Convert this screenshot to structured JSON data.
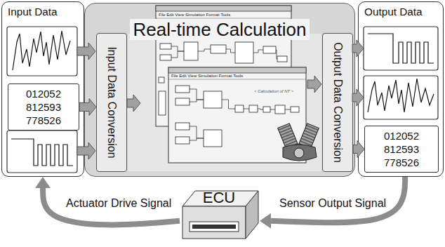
{
  "diagram": {
    "nodes": [
      {
        "text": [
          "Input Data"
        ]
      },
      {
        "text": [
          "012052 812593 778526"
        ],
        "in": 0
      },
      {
        "text": [
          "Real-time Calculation"
        ]
      },
      {
        "text": [
          "Input Data Conversion"
        ],
        "in": 2
      },
      {
        "text": [
          "Output Data Conversion"
        ],
        "in": 2
      },
      {
        "text": [
          "Output Data"
        ]
      },
      {
        "text": [
          "012052 812593 778526"
        ],
        "in": 5
      },
      {
        "text": [
          "ECU"
        ]
      }
    ],
    "edges": [
      {
        "from": 1,
        "to": 3,
        "arrow": "to"
      },
      {
        "from": 4,
        "to": 6,
        "arrow": "to"
      },
      {
        "from": 5,
        "to": 7,
        "label": "Sensor Output Signal",
        "arrow": "to"
      },
      {
        "from": 7,
        "to": 0,
        "label": "Actuator Drive Signal",
        "arrow": "to"
      }
    ],
    "labels": [
      "File Edit View Simulation Format Tools",
      "File Edit View Simulation Format Tools",
      "< Calculation of NT >"
    ]
  }
}
